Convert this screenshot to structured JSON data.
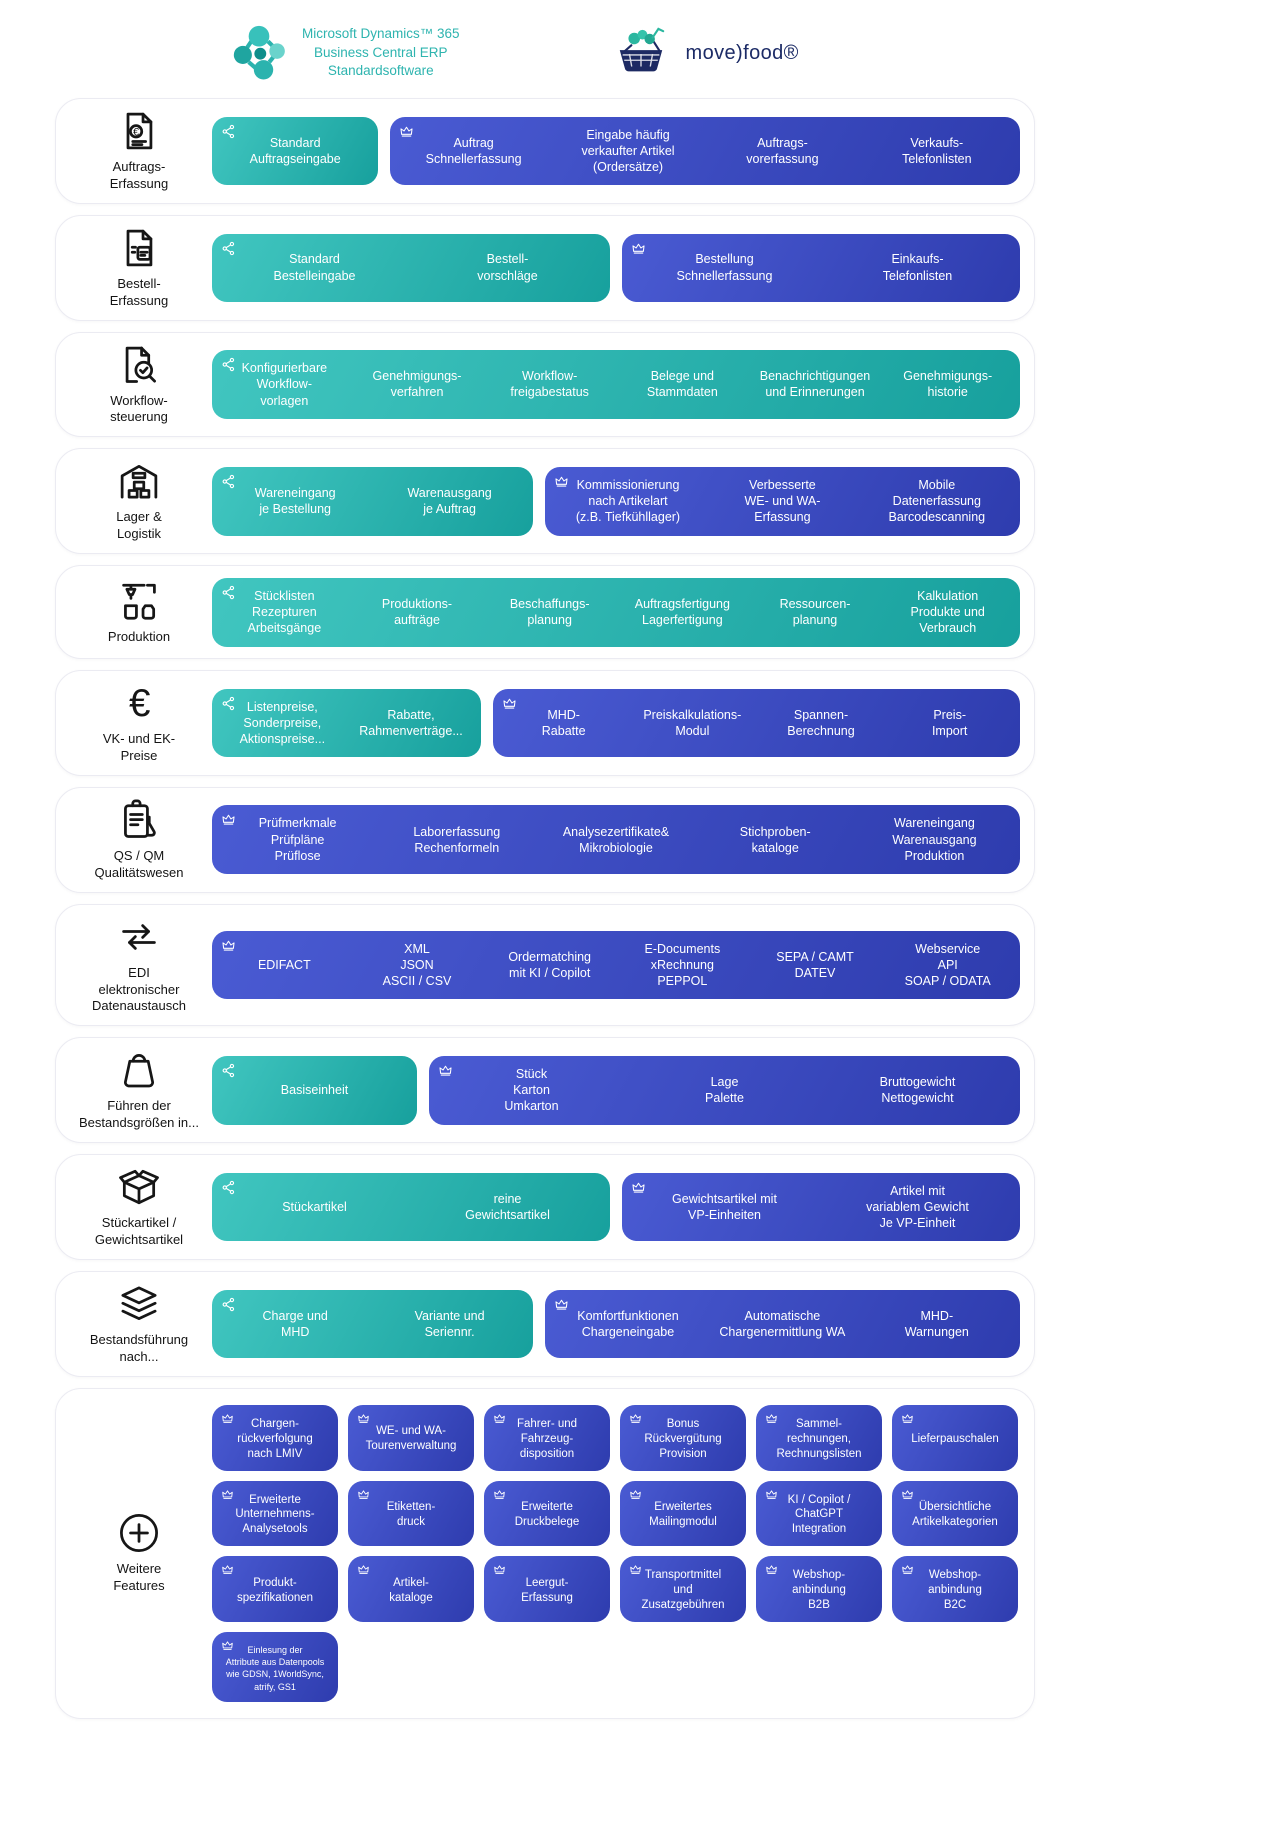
{
  "header": {
    "dynamics": {
      "logo_icon": "dynamics-logo-icon",
      "lines": [
        "Microsoft Dynamics™ 365",
        "Business Central ERP",
        "Standardsoftware"
      ]
    },
    "movefood": {
      "logo_icon": "movefood-basket-icon",
      "name": "move)food®"
    }
  },
  "legend": {
    "standard_badge_icon": "share-icon",
    "movefood_badge_icon": "crown-icon"
  },
  "colors": {
    "standard_gradient_start": "#41c6c0",
    "standard_gradient_end": "#17a09d",
    "movefood_gradient_start": "#4a5bd3",
    "movefood_gradient_end": "#2e3cae",
    "brand_teal": "#2eb4af",
    "brand_navy": "#1c2b66"
  },
  "rows": [
    {
      "id": "auftrags-erfassung",
      "icon": "sales-order-document-icon",
      "label": "Auftrags-\nErfassung",
      "groups": [
        {
          "type": "standard",
          "items": [
            "Standard\nAuftragseingabe"
          ]
        },
        {
          "type": "movefood",
          "items": [
            "Auftrag\nSchnellerfassung",
            "Eingabe häufig\nverkaufter Artikel\n(Ordersätze)",
            "Auftrags-\nvorerfassung",
            "Verkaufs-\nTelefonlisten"
          ]
        }
      ]
    },
    {
      "id": "bestell-erfassung",
      "icon": "purchase-order-document-icon",
      "label": "Bestell-\nErfassung",
      "groups": [
        {
          "type": "standard",
          "items": [
            "Standard\nBestelleingabe",
            "Bestell-\nvorschläge"
          ]
        },
        {
          "type": "movefood",
          "items": [
            "Bestellung\nSchnellerfassung",
            "Einkaufs-\nTelefonlisten"
          ]
        }
      ]
    },
    {
      "id": "workflow-steuerung",
      "icon": "workflow-audit-icon",
      "label": "Workflow-\nsteuerung",
      "groups": [
        {
          "type": "standard",
          "items": [
            "Konfigurierbare\nWorkflow-\nvorlagen",
            "Genehmigungs-\nverfahren",
            "Workflow-\nfreigabestatus",
            "Belege und\nStammdaten",
            "Benachrichtigungen\nund Erinnerungen",
            "Genehmigungs-\nhistorie"
          ]
        }
      ]
    },
    {
      "id": "lager-logistik",
      "icon": "warehouse-icon",
      "label": "Lager &\nLogistik",
      "groups": [
        {
          "type": "standard",
          "items": [
            "Wareneingang\nje Bestellung",
            "Warenausgang\nje Auftrag"
          ]
        },
        {
          "type": "movefood",
          "items": [
            "Kommissionierung\nnach Artikelart\n(z.B. Tiefkühllager)",
            "Verbesserte\nWE- und WA-\nErfassung",
            "Mobile\nDatenerfassung\nBarcodescanning"
          ]
        }
      ]
    },
    {
      "id": "produktion",
      "icon": "production-machine-icon",
      "label": "Produktion",
      "groups": [
        {
          "type": "standard",
          "items": [
            "Stücklisten\nRezepturen\nArbeitsgänge",
            "Produktions-\naufträge",
            "Beschaffungs-\nplanung",
            "Auftragsfertigung\nLagerfertigung",
            "Ressourcen-\nplanung",
            "Kalkulation\nProdukte und\nVerbrauch"
          ]
        }
      ]
    },
    {
      "id": "vk-ek-preise",
      "icon": "euro-icon",
      "label": "VK- und EK-\nPreise",
      "groups": [
        {
          "type": "standard",
          "items": [
            "Listenpreise,\nSonderpreise,\nAktionspreise...",
            "Rabatte,\nRahmenverträge..."
          ]
        },
        {
          "type": "movefood",
          "items": [
            "MHD-\nRabatte",
            "Preiskalkulations-\nModul",
            "Spannen-\nBerechnung",
            "Preis-\nImport"
          ]
        }
      ]
    },
    {
      "id": "qs-qm",
      "icon": "quality-clipboard-icon",
      "label": "QS / QM\nQualitätswesen",
      "groups": [
        {
          "type": "movefood",
          "items": [
            "Prüfmerkmale\nPrüfpläne\nPrüflose",
            "Laborerfassung\nRechenformeln",
            "Analysezertifikate&\nMikrobiologie",
            "Stichproben-\nkataloge",
            "Wareneingang\nWarenausgang\nProduktion"
          ]
        }
      ]
    },
    {
      "id": "edi",
      "icon": "data-exchange-icon",
      "label": "EDI\nelektronischer\nDatenaustausch",
      "groups": [
        {
          "type": "movefood",
          "items": [
            "EDIFACT",
            "XML\nJSON\nASCII / CSV",
            "Ordermatching\nmit KI / Copilot",
            "E-Documents\nxRechnung\nPEPPOL",
            "SEPA / CAMT\nDATEV",
            "Webservice\nAPI\nSOAP / ODATA"
          ]
        }
      ]
    },
    {
      "id": "bestandsgroessen",
      "icon": "weight-icon",
      "label": "Führen der\nBestandsgrößen in...",
      "groups": [
        {
          "type": "standard",
          "items": [
            "Basiseinheit"
          ]
        },
        {
          "type": "movefood",
          "items": [
            "Stück\nKarton\nUmkarton",
            "Lage\nPalette",
            "Bruttogewicht\nNettogewicht"
          ]
        }
      ]
    },
    {
      "id": "stueck-gewichtsartikel",
      "icon": "open-box-icon",
      "label": "Stückartikel /\nGewichtsartikel",
      "groups": [
        {
          "type": "standard",
          "items": [
            "Stückartikel",
            "reine\nGewichtsartikel"
          ]
        },
        {
          "type": "movefood",
          "items": [
            "Gewichtsartikel mit\nVP-Einheiten",
            "Artikel mit\nvariablem Gewicht\nJe VP-Einheit"
          ]
        }
      ]
    },
    {
      "id": "bestandsfuehrung",
      "icon": "stacked-layers-icon",
      "label": "Bestandsführung\nnach...",
      "groups": [
        {
          "type": "standard",
          "items": [
            "Charge und\nMHD",
            "Variante und\nSeriennr."
          ]
        },
        {
          "type": "movefood",
          "items": [
            "Komfortfunktionen\nChargeneingabe",
            "Automatische\nChargenermittlung WA",
            "MHD-\nWarnungen"
          ]
        }
      ]
    },
    {
      "id": "weitere-features",
      "icon": "plus-circle-icon",
      "label": "Weitere\nFeatures",
      "groups": [
        {
          "type": "movefood",
          "items": [
            "Chargen-\nrückverfolgung\nnach LMIV"
          ]
        },
        {
          "type": "movefood",
          "items": [
            "WE- und WA-\nTourenverwaltung"
          ]
        },
        {
          "type": "movefood",
          "items": [
            "Fahrer- und\nFahrzeug-\ndisposition"
          ]
        },
        {
          "type": "movefood",
          "items": [
            "Bonus\nRückvergütung\nProvision"
          ]
        },
        {
          "type": "movefood",
          "items": [
            "Sammel-\nrechnungen,\nRechnungslisten"
          ]
        },
        {
          "type": "movefood",
          "items": [
            "Lieferpauschalen"
          ]
        },
        {
          "type": "movefood",
          "items": [
            "Erweiterte\nUnternehmens-\nAnalysetools"
          ]
        },
        {
          "type": "movefood",
          "items": [
            "Etiketten-\ndruck"
          ]
        },
        {
          "type": "movefood",
          "items": [
            "Erweiterte\nDruckbelege"
          ]
        },
        {
          "type": "movefood",
          "items": [
            "Erweitertes\nMailingmodul"
          ]
        },
        {
          "type": "movefood",
          "items": [
            "KI / Copilot /\nChatGPT\nIntegration"
          ]
        },
        {
          "type": "movefood",
          "items": [
            "Übersichtliche\nArtikelkategorien"
          ]
        },
        {
          "type": "movefood",
          "items": [
            "Produkt-\nspezifikationen"
          ]
        },
        {
          "type": "movefood",
          "items": [
            "Artikel-\nkataloge"
          ]
        },
        {
          "type": "movefood",
          "items": [
            "Leergut-\nErfassung"
          ]
        },
        {
          "type": "movefood",
          "items": [
            "Transportmittel\nund\nZusatzgebühren"
          ]
        },
        {
          "type": "movefood",
          "items": [
            "Webshop-\nanbindung\nB2B"
          ]
        },
        {
          "type": "movefood",
          "items": [
            "Webshop-\nanbindung\nB2C"
          ]
        },
        {
          "type": "movefood",
          "items": [
            "Einlesung der\nAttribute aus Datenpools\nwie GDSN, 1WorldSync,\natrify, GS1"
          ]
        }
      ]
    }
  ]
}
